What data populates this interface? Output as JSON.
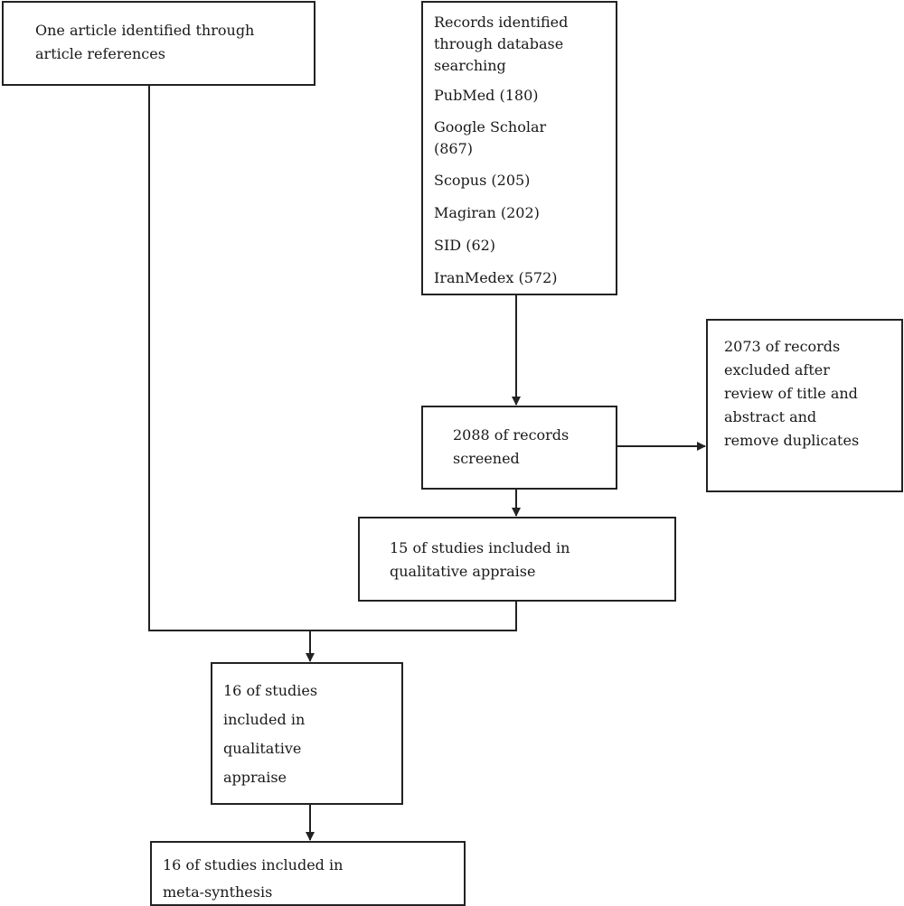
{
  "boxes": {
    "references": {
      "lines": [
        "One article identified through",
        "article references"
      ]
    },
    "database": {
      "header_lines": [
        "Records identified",
        "through database",
        "searching"
      ],
      "sources": [
        "PubMed (180)",
        "Google Scholar (867)",
        "Scopus (205)",
        "Magiran (202)",
        "SID (62)",
        "IranMedex (572)"
      ]
    },
    "excluded": {
      "lines": [
        "2073 of records",
        "excluded after",
        "review of title and",
        "abstract and",
        "remove duplicates"
      ]
    },
    "screened": {
      "lines": [
        "2088 of records",
        "screened"
      ]
    },
    "qualitative_15": {
      "lines": [
        "15 of studies included in",
        "qualitative appraise"
      ]
    },
    "qualitative_16": {
      "lines": [
        "16 of studies",
        "included in",
        "qualitative",
        "appraise"
      ]
    },
    "metasynthesis": {
      "lines": [
        "16 of studies included in",
        "meta-synthesis"
      ]
    }
  }
}
